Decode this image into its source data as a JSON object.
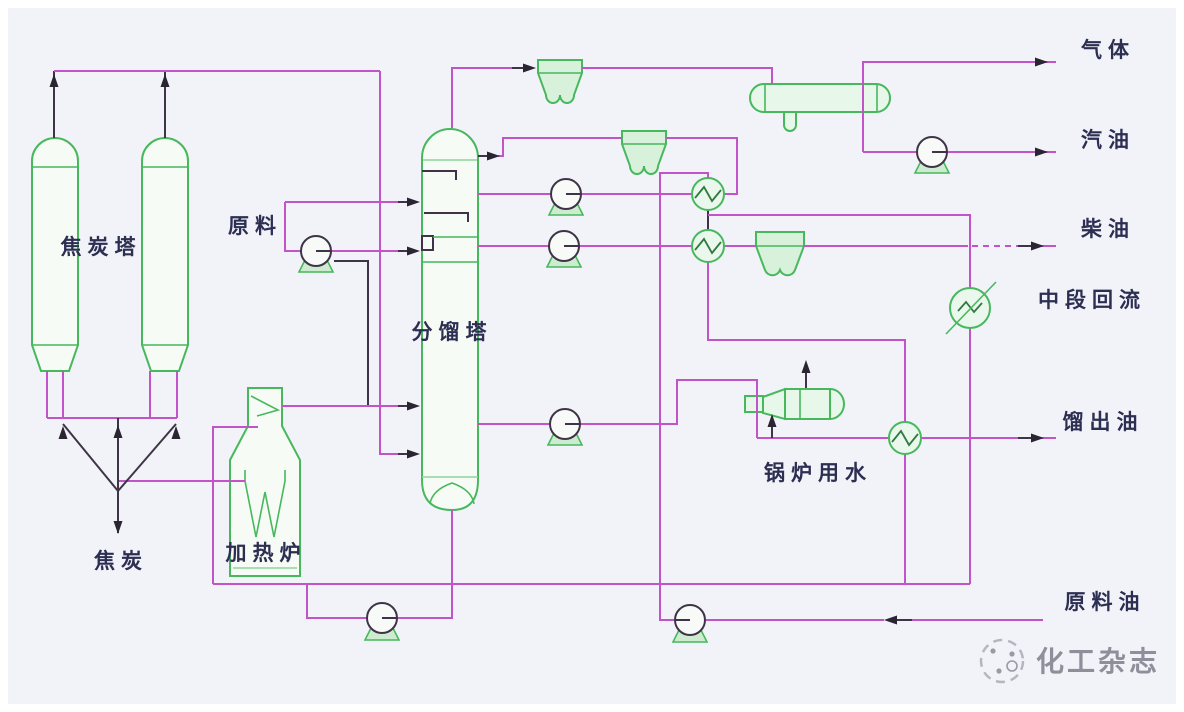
{
  "diagram_type": "process-flow-diagram",
  "labels": {
    "coke_tower": "焦炭塔",
    "fractionator": "分馏塔",
    "furnace": "加热炉",
    "feed": "原料",
    "coke": "焦炭",
    "gas": "气体",
    "gasoline": "汽油",
    "diesel": "柴油",
    "mid_reflux": "中段回流",
    "distillate_oil": "馏出油",
    "feed_oil": "原料油",
    "boiler_water": "锅炉用水"
  },
  "watermark": {
    "text": "化工杂志"
  },
  "colors": {
    "pipe_magenta": "#c353c9",
    "pipe_dark": "#3f3348",
    "equipment_green": "#47b85c",
    "background": "#f2f3f9",
    "label_text": "#2c2f52",
    "watermark_grey": "#8f8f9c"
  }
}
